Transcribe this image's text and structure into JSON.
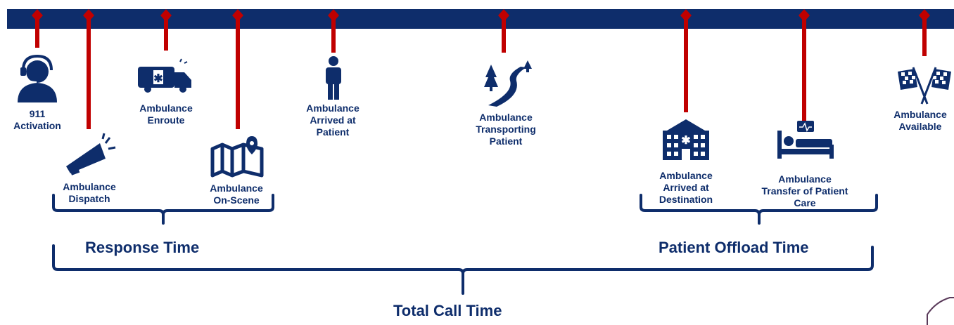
{
  "colors": {
    "navy": "#0e2d6b",
    "red": "#c00000",
    "bar": "#0e2d6b",
    "cornerMark": "#5a3a5a"
  },
  "events": [
    {
      "id": "activation",
      "label": "911\nActivation",
      "icon": "headset-operator-icon"
    },
    {
      "id": "dispatch",
      "label": "Ambulance\nDispatch",
      "icon": "megaphone-icon"
    },
    {
      "id": "enroute",
      "label": "Ambulance\nEnroute",
      "icon": "ambulance-icon"
    },
    {
      "id": "on-scene",
      "label": "Ambulance\nOn-Scene",
      "icon": "map-pin-icon"
    },
    {
      "id": "arrived-patient",
      "label": "Ambulance\nArrived at\nPatient",
      "icon": "person-icon"
    },
    {
      "id": "transporting",
      "label": "Ambulance\nTransporting\nPatient",
      "icon": "road-trees-icon"
    },
    {
      "id": "arrived-destination",
      "label": "Ambulance\nArrived at\nDestination",
      "icon": "hospital-icon"
    },
    {
      "id": "transfer-care",
      "label": "Ambulance\nTransfer of Patient\nCare",
      "icon": "hospital-bed-icon"
    },
    {
      "id": "available",
      "label": "Ambulance\nAvailable",
      "icon": "checkered-flags-icon"
    }
  ],
  "intervals": {
    "response": "Response Time",
    "offload": "Patient Offload Time",
    "total": "Total Call Time"
  }
}
